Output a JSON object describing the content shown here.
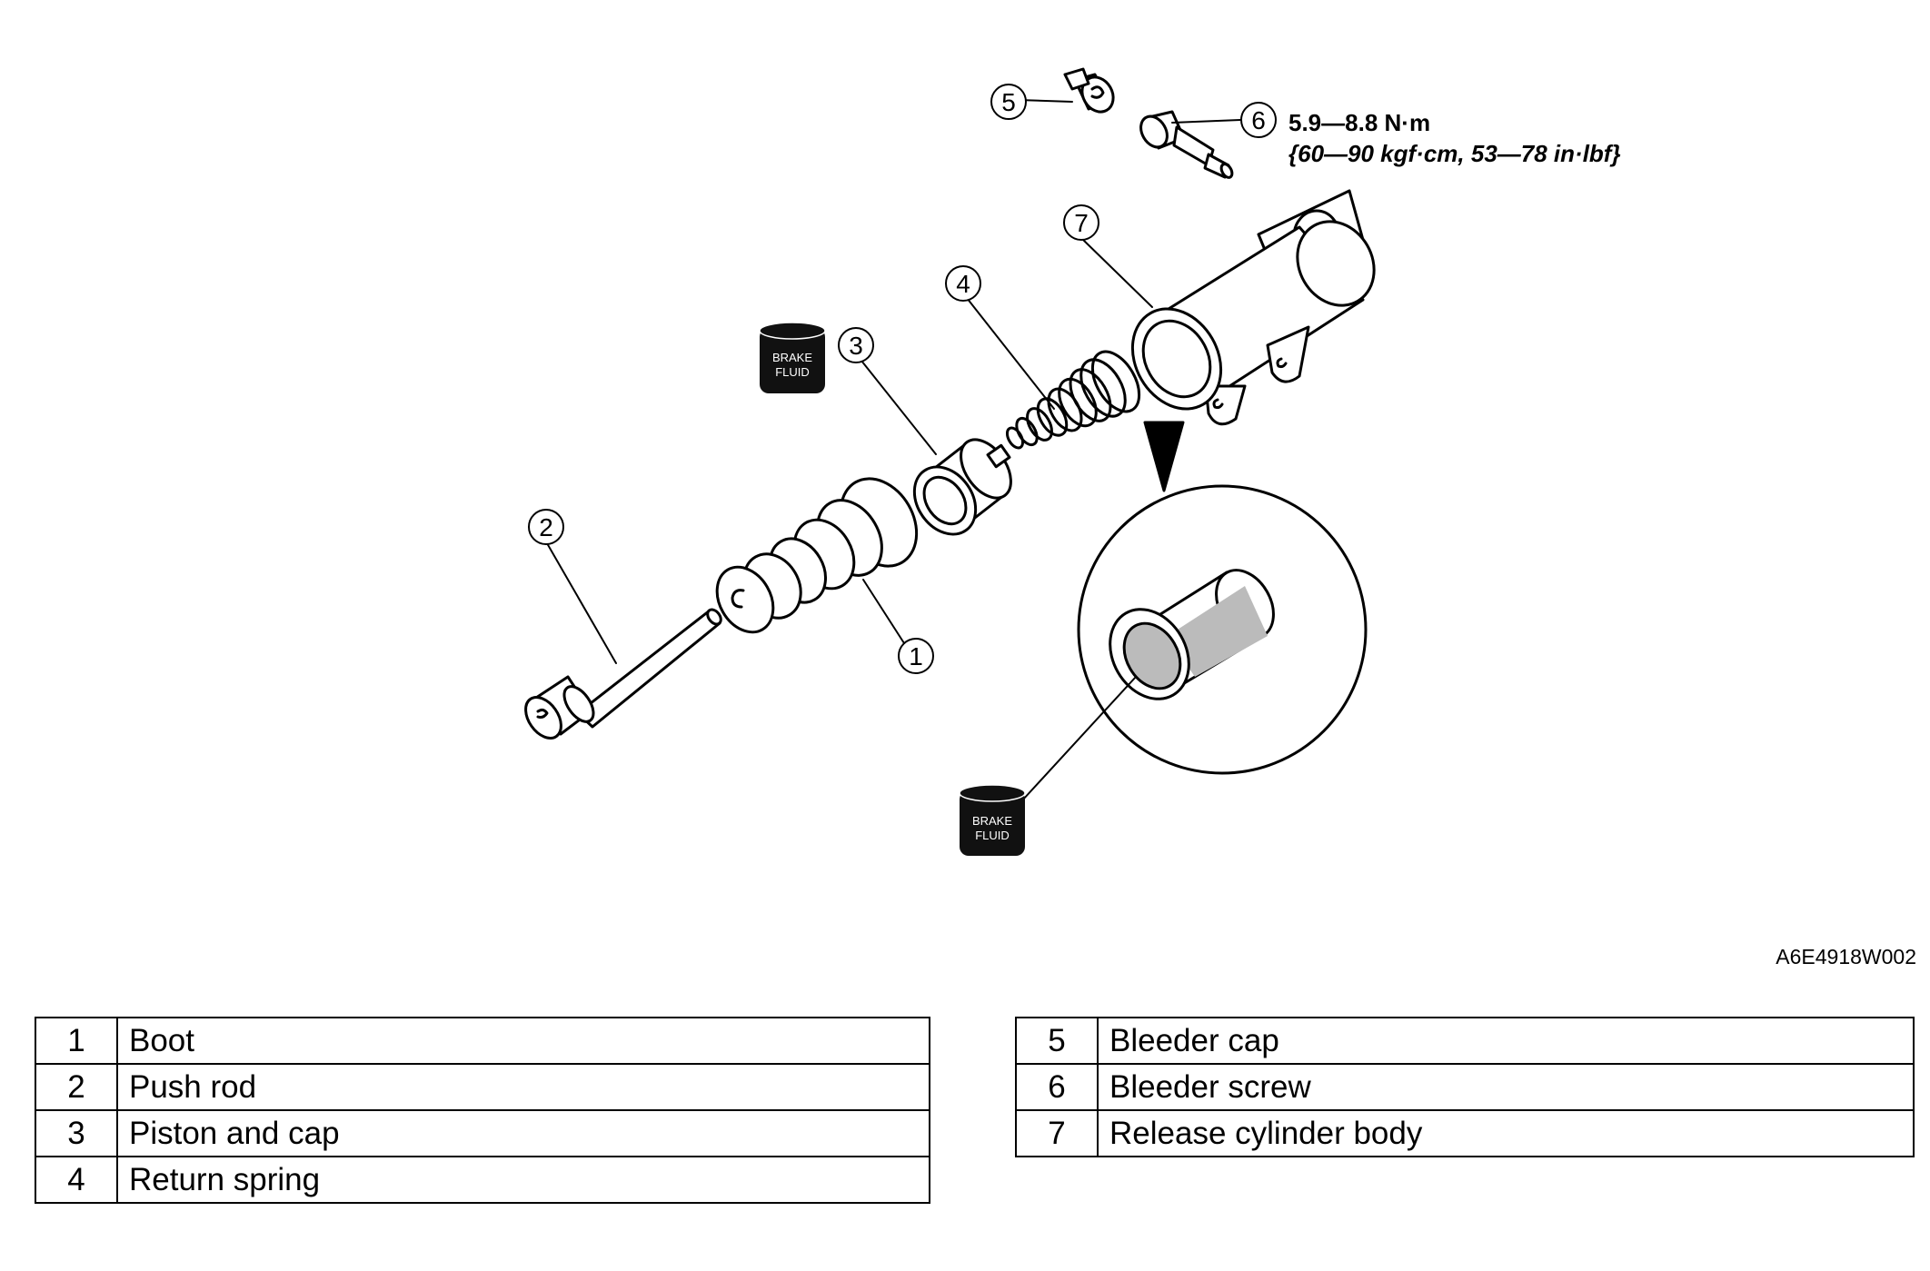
{
  "callouts": [
    "1",
    "2",
    "3",
    "4",
    "5",
    "6",
    "7"
  ],
  "torque": {
    "line1": "5.9—8.8 N·m",
    "line2": "{60—90 kgf·cm, 53—78 in·lbf}"
  },
  "brake_fluid_label": {
    "line1": "BRAKE",
    "line2": "FLUID"
  },
  "figure_code": "A6E4918W002",
  "parts_left": [
    {
      "num": "1",
      "name": "Boot"
    },
    {
      "num": "2",
      "name": "Push rod"
    },
    {
      "num": "3",
      "name": "Piston and cap"
    },
    {
      "num": "4",
      "name": "Return spring"
    }
  ],
  "parts_right": [
    {
      "num": "5",
      "name": "Bleeder cap"
    },
    {
      "num": "6",
      "name": "Bleeder screw"
    },
    {
      "num": "7",
      "name": "Release cylinder body"
    }
  ]
}
